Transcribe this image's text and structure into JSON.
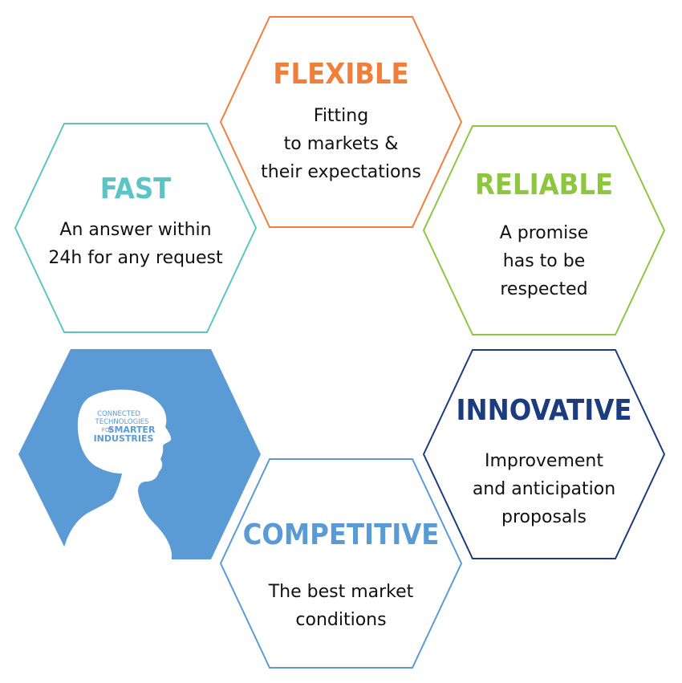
{
  "hexagons": {
    "flexible": {
      "title": "FLEXIBLE",
      "lines": [
        "Fitting",
        "to markets &",
        "their expectations"
      ],
      "color": "#f07f3c"
    },
    "fast": {
      "title": "FAST",
      "lines": [
        "An answer within",
        "24h for any request"
      ],
      "color": "#5bc5c6"
    },
    "reliable": {
      "title": "RELIABLE",
      "lines": [
        "A promise",
        "has to be",
        "respected"
      ],
      "color": "#8dc63f"
    },
    "innovative": {
      "title": "INNOVATIVE",
      "lines": [
        "Improvement",
        "and anticipation",
        "proposals"
      ],
      "color": "#1b3d7e"
    },
    "competitive": {
      "title": "COMPETITIVE",
      "lines": [
        "The best market",
        "conditions"
      ],
      "color": "#5b9bd5"
    }
  },
  "logo": {
    "fill_color": "#5b9bd5",
    "text_lines": [
      "CONNECTED",
      "TECHNOLOGIES",
      "FOR",
      "SMARTER",
      "INDUSTRIES"
    ]
  }
}
